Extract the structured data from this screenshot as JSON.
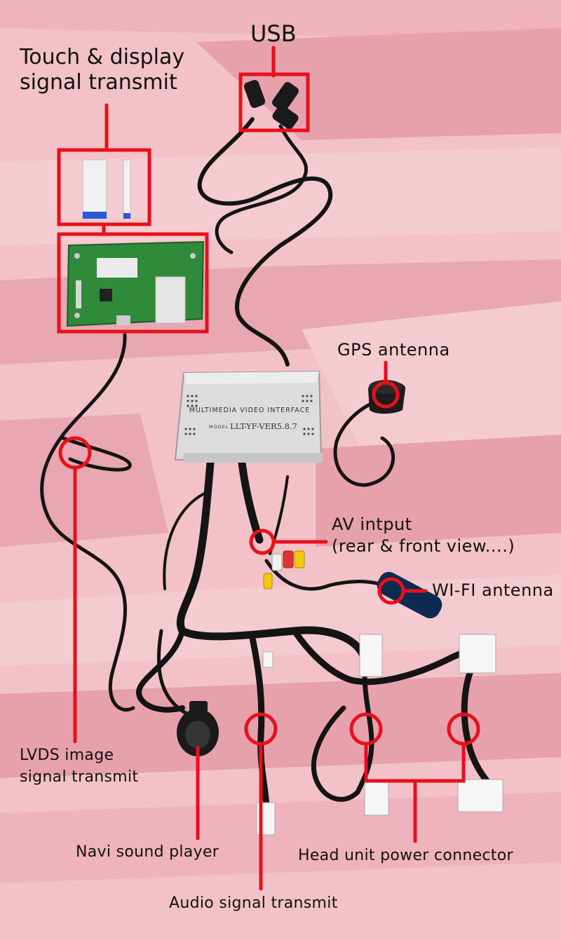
{
  "labels": {
    "usb": "USB",
    "touch_display": "Touch & display\nsignal transmit",
    "gps_antenna": "GPS antenna",
    "av_input": "AV intput\n(rear & front view....)",
    "wifi_antenna": "WI-FI antenna",
    "lvds": "LVDS image\nsignal transmit",
    "navi_sound": "Navi sound player",
    "head_unit_power": "Head unit power connector",
    "audio_signal": "Audio signal transmit"
  },
  "module": {
    "title": "MULTIMEDIA VIDEO INTERFACE",
    "model_prefix": "MODEL",
    "model": "LLT-YF-VER5.8.7"
  },
  "colors": {
    "annotation": "#e8101a",
    "cable": "#141414",
    "pcb": "#2f8a3a",
    "background": "#f2c2c8"
  }
}
